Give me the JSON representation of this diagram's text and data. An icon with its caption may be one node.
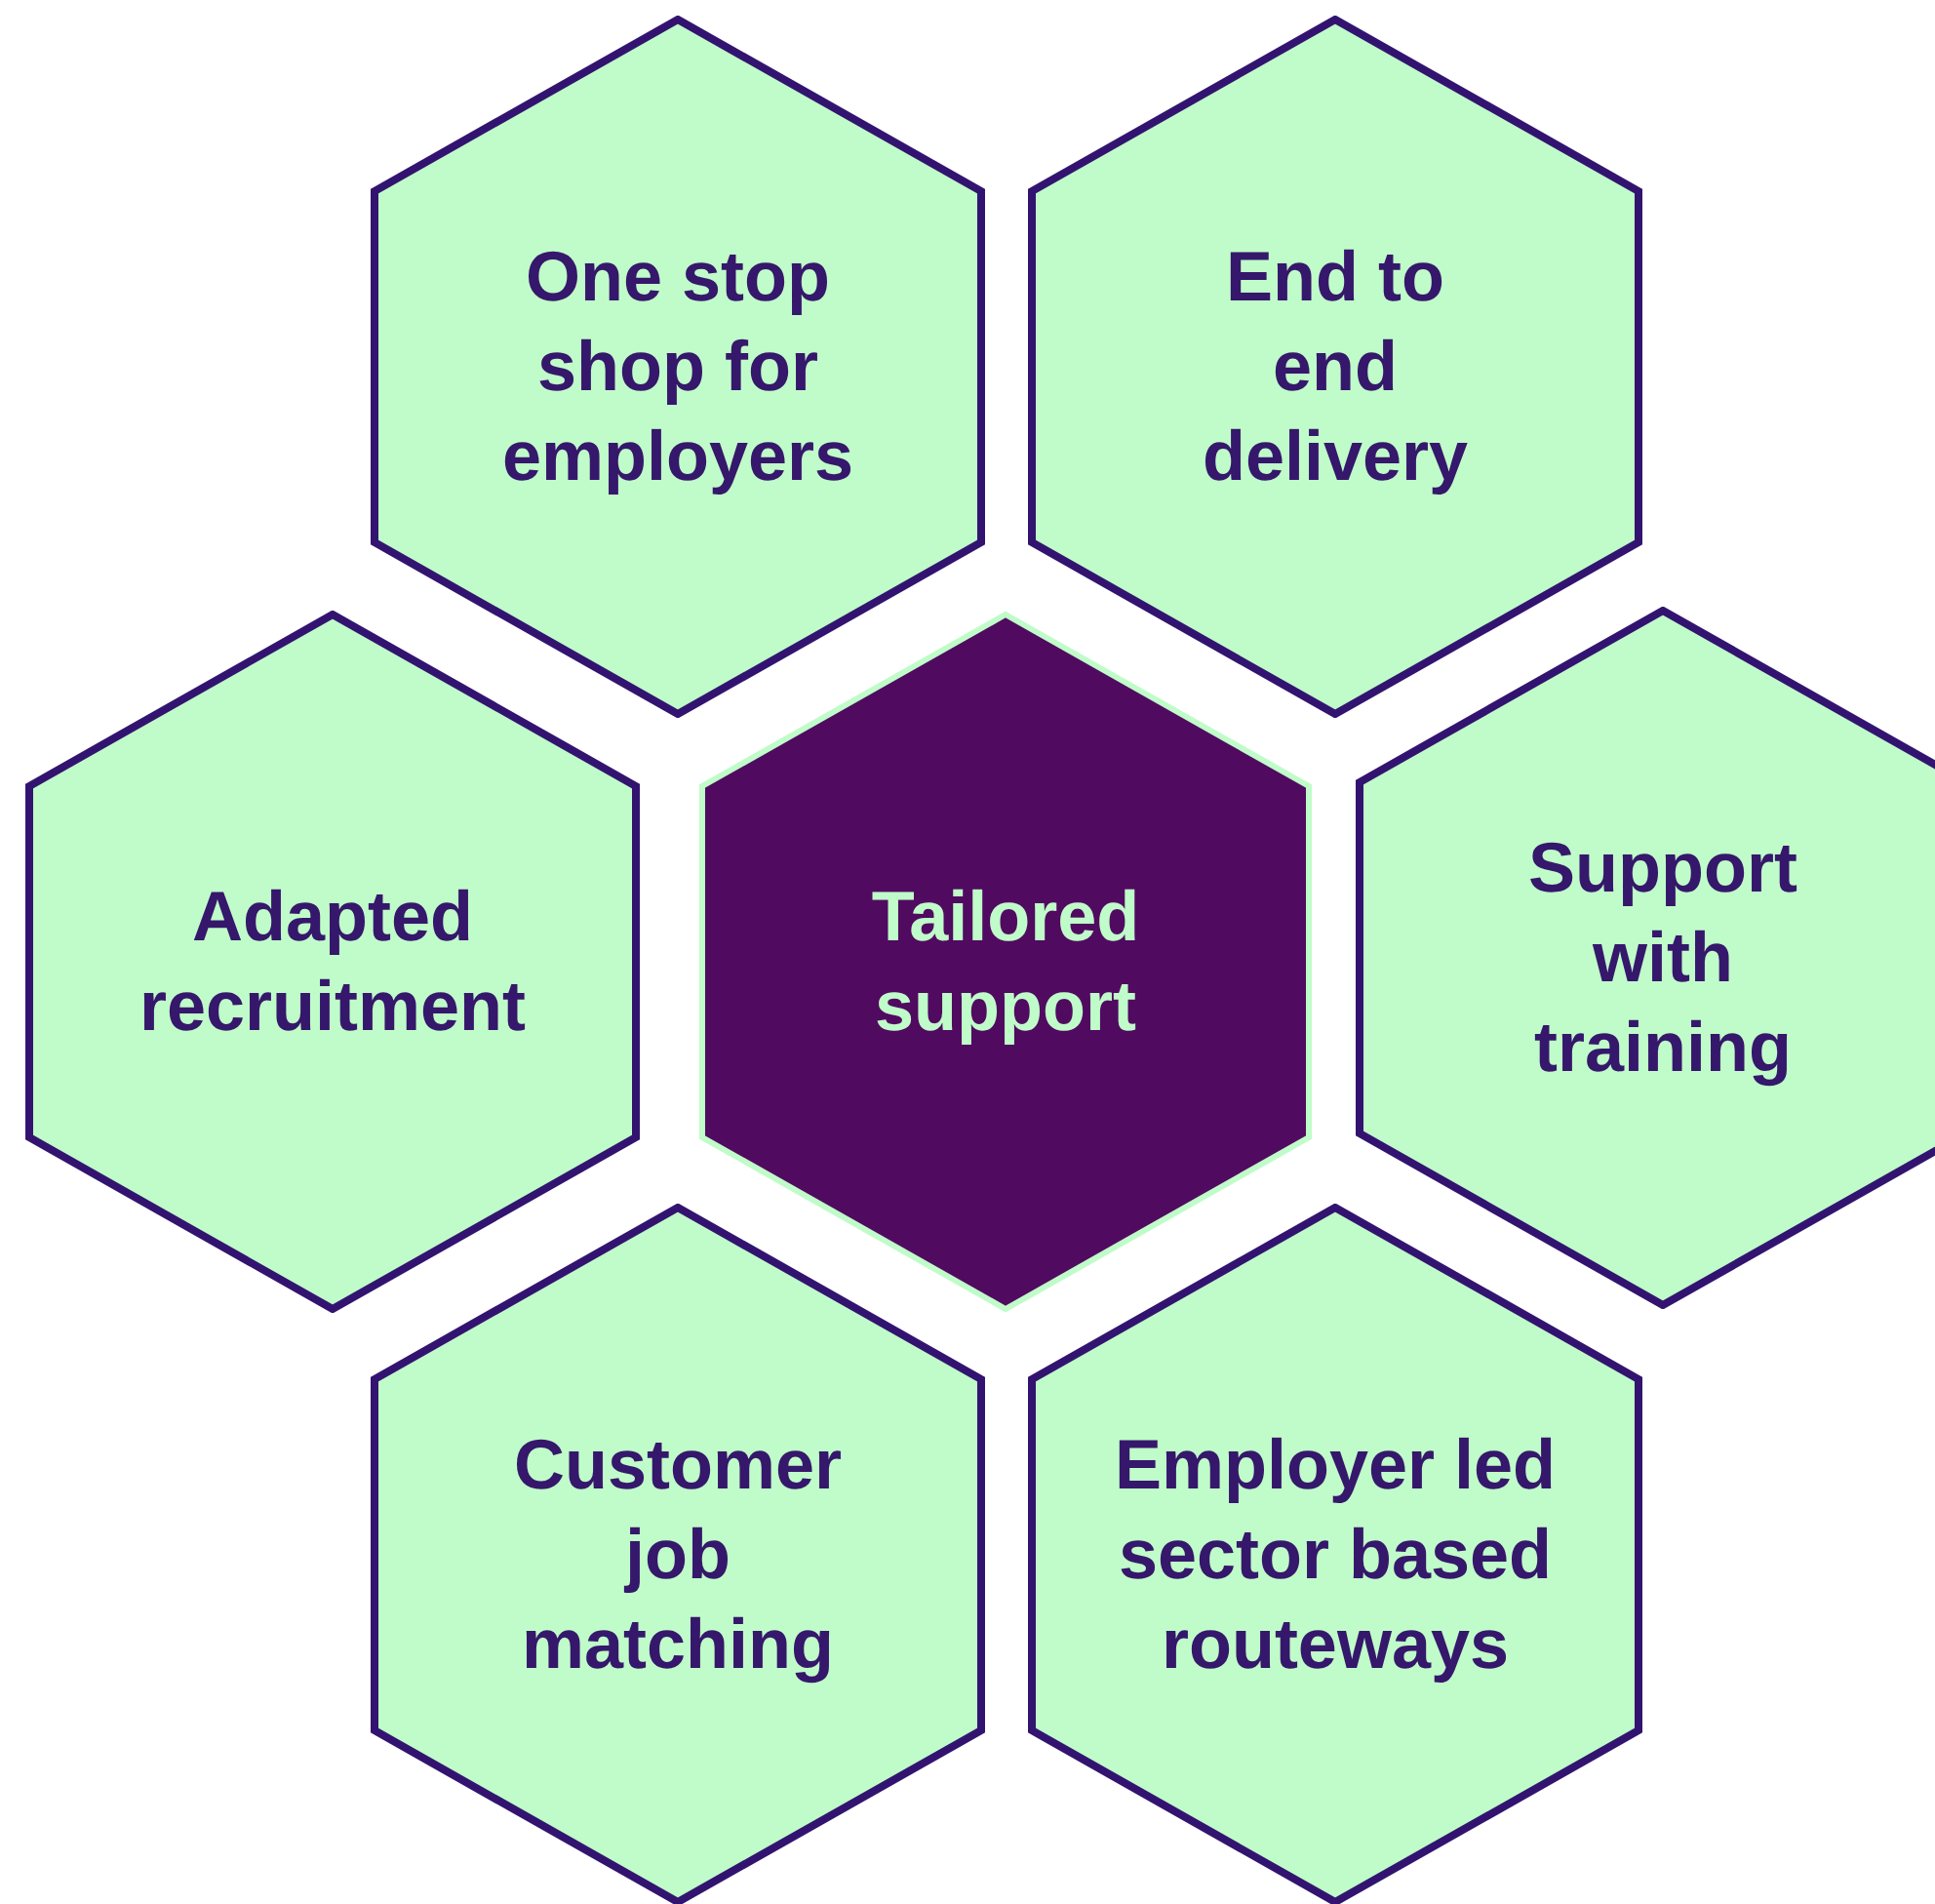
{
  "diagram": {
    "nodes": [
      {
        "text": [
          "One stop shop for employers"
        ]
      },
      {
        "text": [
          "End to end delivery"
        ]
      },
      {
        "text": [
          "Adapted recruitment"
        ]
      },
      {
        "text": [
          "Tailored support"
        ]
      },
      {
        "text": [
          "Support with training"
        ]
      },
      {
        "text": [
          "Customer job matching"
        ]
      },
      {
        "text": [
          "Employer led sector based routeways"
        ]
      }
    ]
  }
}
